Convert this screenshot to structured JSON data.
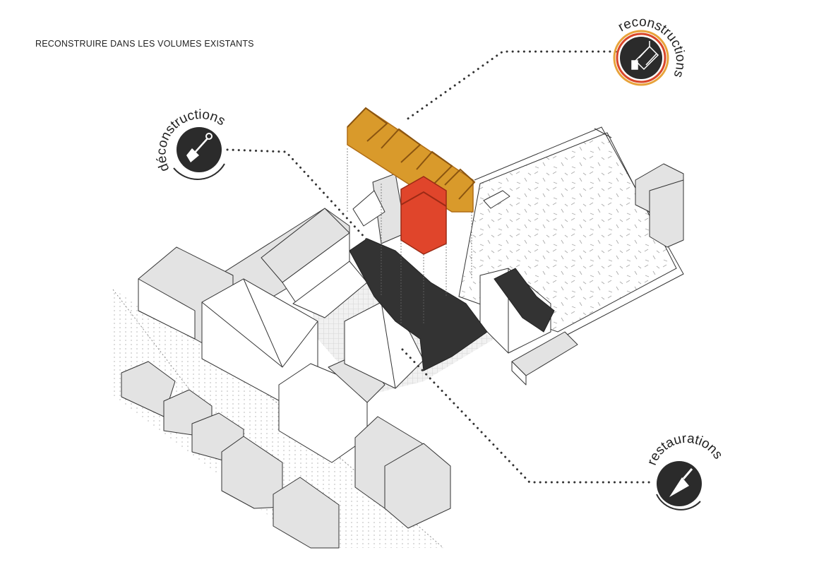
{
  "title": "RECONSTRUIRE DANS LES VOLUMES EXISTANTS",
  "labels": {
    "deconstructions": "déconstructions",
    "reconstructions": "reconstructions",
    "restaurations": "restaurations"
  },
  "icons": {
    "deconstructions": "shovel-icon",
    "reconstructions": "crane-load-icon",
    "restaurations": "trowel-icon"
  },
  "colors": {
    "frame_orange": "#d99a2b",
    "frame_red": "#e0452b",
    "dark_volume": "#333333",
    "badge": "#2b2b2b",
    "ring_red": "#d9462a",
    "ring_orange": "#e8a33a",
    "building_roof": "#e3e3e3",
    "building_wall": "#ffffff"
  }
}
